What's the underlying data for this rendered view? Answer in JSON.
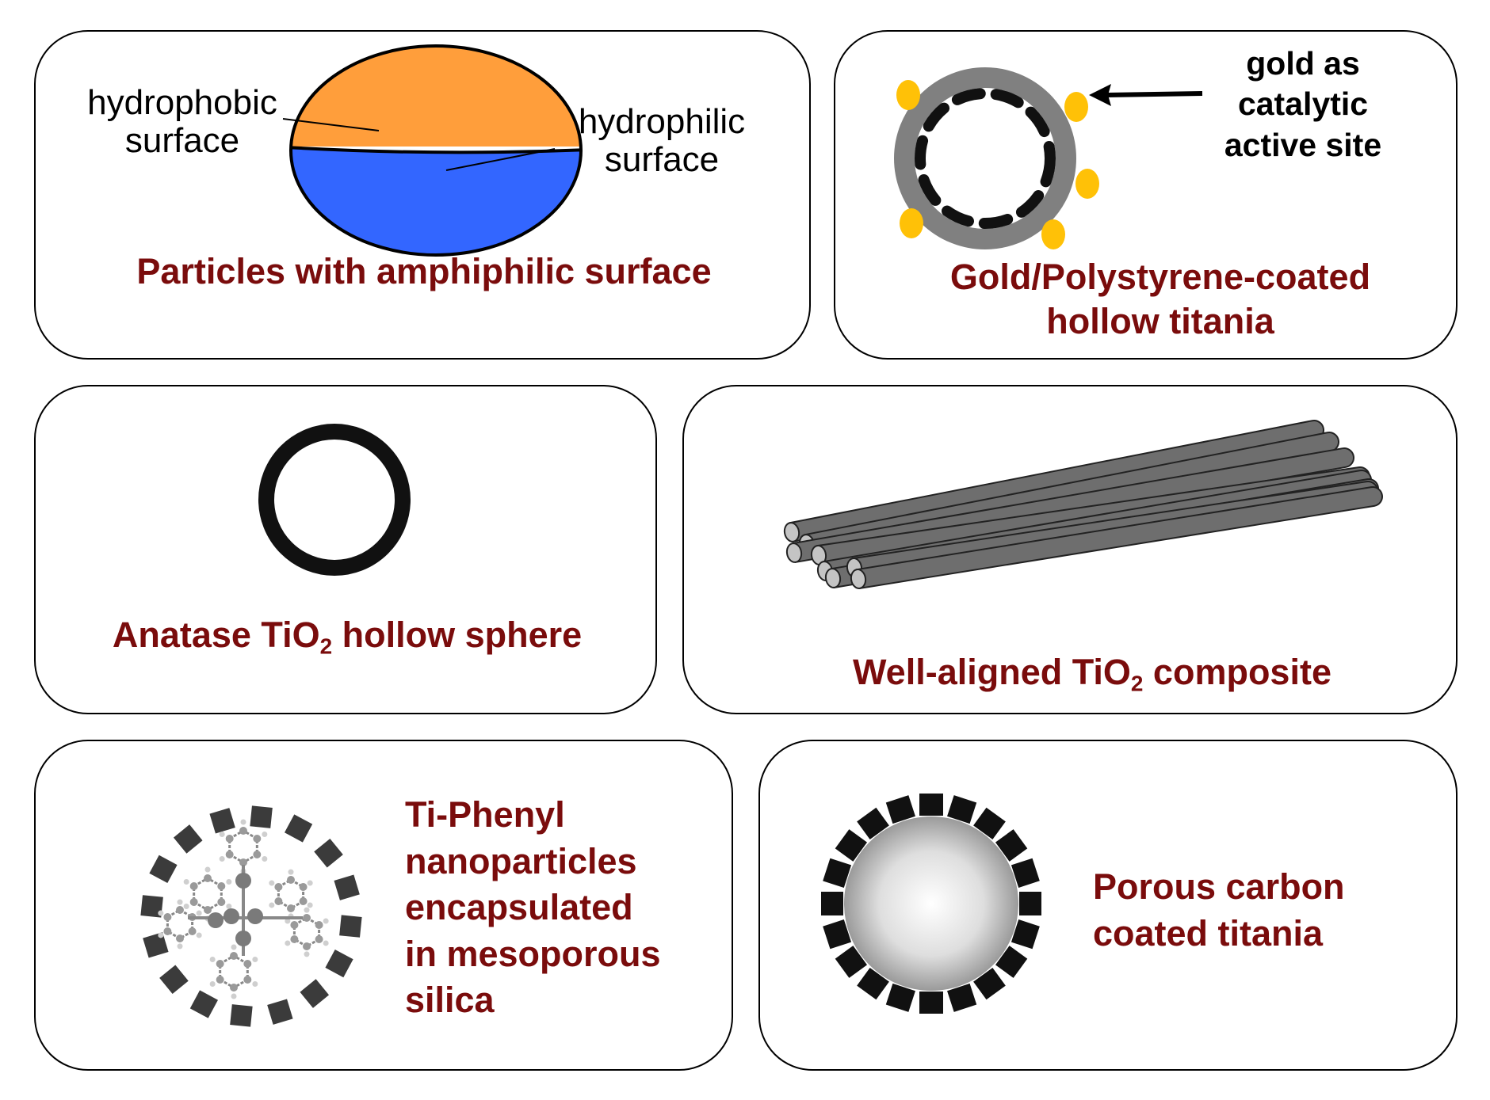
{
  "panels": {
    "amphiphilic": {
      "title": "Particles with amphiphilic surface",
      "label_hydrophobic": [
        "hydrophobic",
        "surface"
      ],
      "label_hydrophilic": [
        "hydrophilic",
        "surface"
      ],
      "colors": {
        "top": "#ff9e3b",
        "bottom": "#3366ff"
      }
    },
    "gold": {
      "title": [
        "Gold/Polystyrene-coated",
        "hollow titania"
      ],
      "annotation": [
        "gold as",
        "catalytic",
        "active site"
      ],
      "colors": {
        "shell": "#808080",
        "gold": "#ffc107"
      }
    },
    "anatase": {
      "title_prefix": "Anatase TiO",
      "title_sub": "2",
      "title_suffix": " hollow sphere"
    },
    "aligned": {
      "title_prefix": "Well-aligned TiO",
      "title_sub": "2",
      "title_suffix": " composite",
      "colors": {
        "rod": "#6e6e6e"
      }
    },
    "tiphenyl": {
      "title": [
        "Ti-Phenyl",
        "nanoparticles",
        "encapsulated",
        "in mesoporous",
        "silica"
      ]
    },
    "porous": {
      "title": [
        "Porous carbon",
        "coated titania"
      ]
    }
  },
  "colors": {
    "title": "#7a0c0c",
    "border": "#000000"
  }
}
